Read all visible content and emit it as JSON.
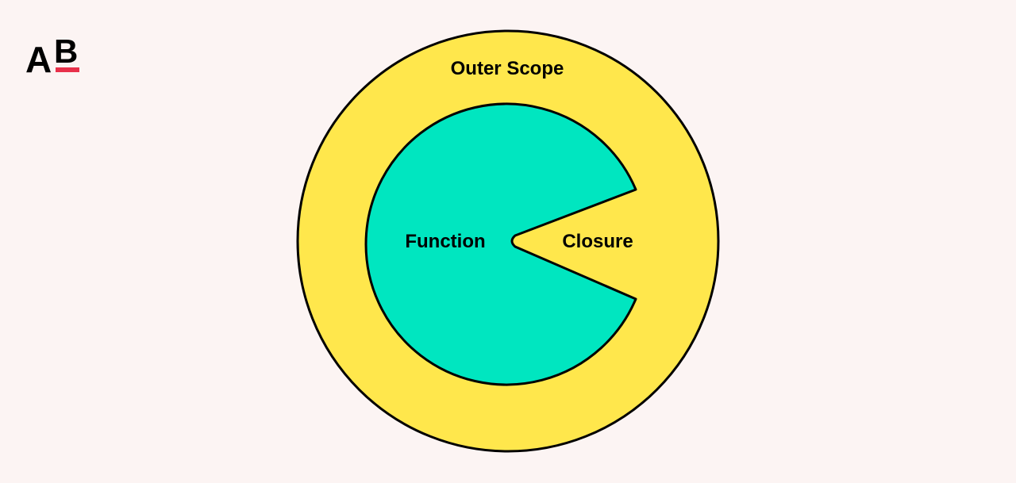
{
  "logo": {
    "text_a": "A",
    "text_b": "B",
    "accent_color": "#e8304a"
  },
  "diagram": {
    "outer_label": "Outer Scope",
    "function_label": "Function",
    "closure_label": "Closure"
  },
  "colors": {
    "background": "#fcf4f3",
    "outer_fill": "#ffe74c",
    "inner_fill": "#00e6c0",
    "stroke": "#000000",
    "text": "#000000"
  }
}
